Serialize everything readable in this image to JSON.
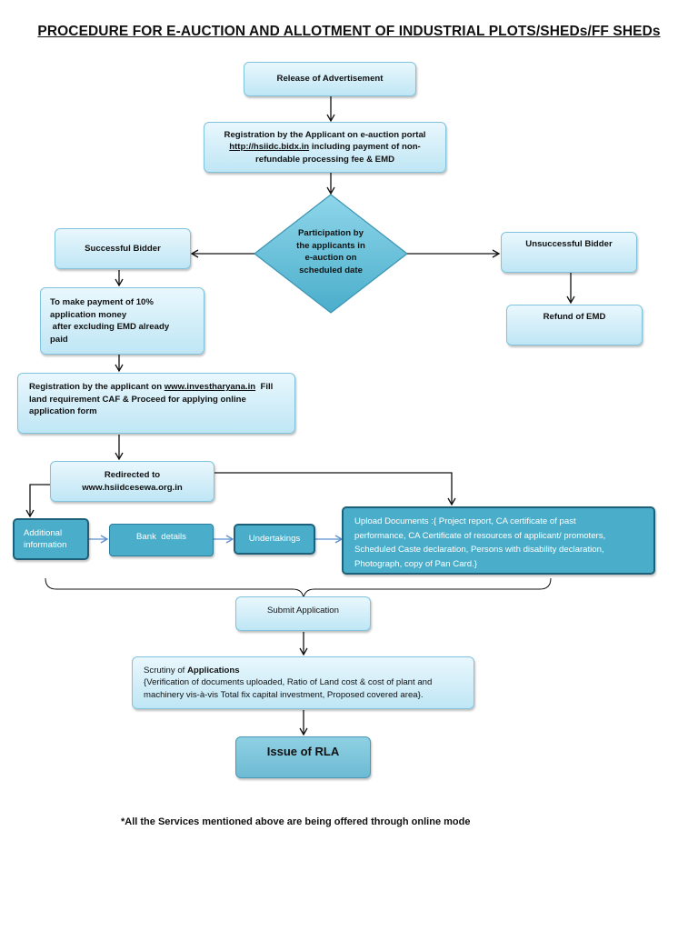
{
  "title": "PROCEDURE FOR E-AUCTION AND ALLOTMENT OF INDUSTRIAL PLOTS/SHEDs/FF SHEDs",
  "nodes": {
    "release": "Release of Advertisement",
    "registration_portal": {
      "line1": "Registration by the Applicant on e-auction portal",
      "link": "http://hsiidc.bidx.in",
      "line2_rest": " including payment of non-",
      "line3": "refundable processing fee & EMD"
    },
    "participation": {
      "line1": "Participation by",
      "line2": "the applicants in",
      "line3": "e-auction on",
      "line4": "scheduled date"
    },
    "successful_bidder": "Successful Bidder",
    "unsuccessful_bidder": "Unsuccessful Bidder",
    "refund_emd": "Refund of EMD",
    "payment": {
      "line1": "To make payment of 10%",
      "line2": "application money",
      "line3": " after excluding EMD already",
      "line4": "paid"
    },
    "registration_invest": {
      "prefix": "Registration by the applicant on ",
      "link": "www.investharyana.in",
      "suffix": "  Fill",
      "line2": "land requirement CAF & Proceed for applying online",
      "line3": "application form"
    },
    "redirected": {
      "line1": "Redirected to",
      "line2": "www.hsiidcesewa.org.in"
    },
    "additional_info": {
      "line1": "Additional",
      "line2": "information"
    },
    "bank_details": "Bank  details",
    "undertakings": "Undertakings",
    "upload_documents": {
      "line1": "Upload Documents :{ Project report, CA certificate of past",
      "line2": "performance, CA Certificate of resources of applicant/ promoters,",
      "line3": "Scheduled Caste declaration, Persons with disability declaration,",
      "line4": "Photograph, copy of Pan Card.}"
    },
    "submit_application": "Submit Application",
    "scrutiny": {
      "prefix": "Scrutiny of ",
      "bold": "Applications",
      "line2": "{Verification of documents uploaded, Ratio of Land cost & cost of plant and",
      "line3": "machinery vis-à-vis Total fix capital investment, Proposed covered area}."
    },
    "issue_rla": "Issue of RLA"
  },
  "footnote": "*All the Services mentioned above are being offered through online mode",
  "colors": {
    "box_light": "#bfe6f5",
    "box_dark": "#4aaecb",
    "box_dark_border": "#1e6079",
    "arrow_blue": "#5a8fd0"
  }
}
